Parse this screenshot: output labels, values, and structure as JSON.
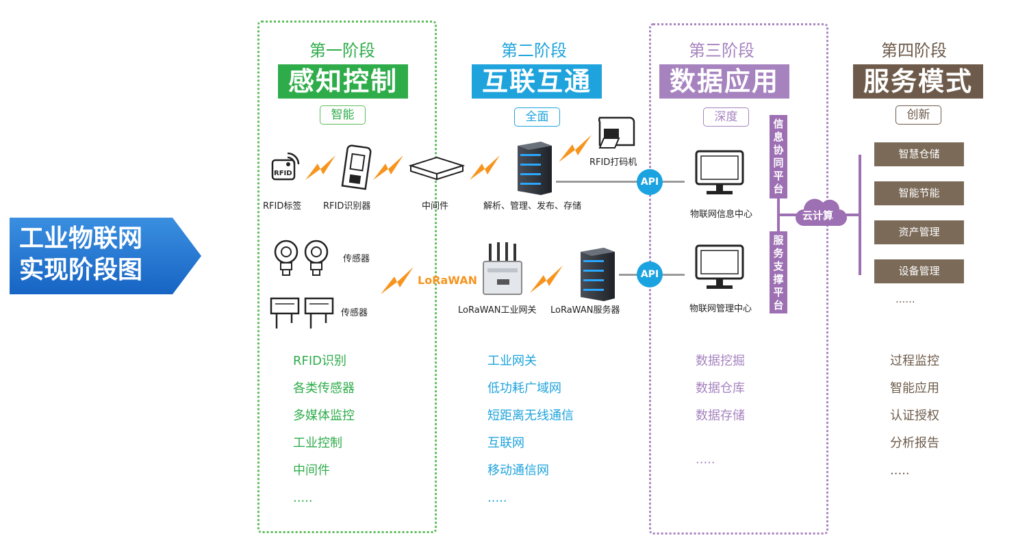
{
  "main_title": {
    "line1": "工业物联网",
    "line2": "实现阶段图"
  },
  "stages": [
    {
      "title": "第一阶段",
      "banner": "感知控制",
      "tag": "智能",
      "items": [
        "RFID识别",
        "各类传感器",
        "多媒体监控",
        "工业控制",
        "中间件",
        "....."
      ]
    },
    {
      "title": "第二阶段",
      "banner": "互联互通",
      "tag": "全面",
      "items": [
        "工业网关",
        "低功耗广域网",
        "短距离无线通信",
        "互联网",
        "移动通信网",
        "....."
      ]
    },
    {
      "title": "第三阶段",
      "banner": "数据应用",
      "tag": "深度",
      "items": [
        "数据挖掘",
        "数据仓库",
        "数据存储",
        "....."
      ]
    },
    {
      "title": "第四阶段",
      "banner": "服务模式",
      "tag": "创新",
      "items": [
        "过程监控",
        "智能应用",
        "认证授权",
        "分析报告",
        "....."
      ]
    }
  ],
  "devices": {
    "rfid_icon_text": "RFID",
    "rfid_tag": "RFID标签",
    "rfid_reader": "RFID识别器",
    "middleware": "中间件",
    "server_top": "解析、管理、发布、存储",
    "printer": "RFID打码机",
    "sensor1": "传感器",
    "sensor2": "传感器",
    "lorawan": "LoRaWAN",
    "lorawan_gateway": "LoRaWAN工业网关",
    "lorawan_server": "LoRaWAN服务器",
    "api_top": "API",
    "api_bottom": "API",
    "monitor_top": "物联网信息中心",
    "monitor_bottom": "物联网管理中心",
    "platform_top": "信息协同平台",
    "platform_bottom": "服务支撑平台",
    "cloud": "云计算"
  },
  "services": [
    "智慧仓储",
    "智能节能",
    "资产管理",
    "设备管理",
    "......"
  ],
  "colors": {
    "stage1": "#2eac4a",
    "stage2": "#1ea3dc",
    "stage3": "#a683bf",
    "stage4": "#6d5a4a",
    "lightning": "#f7941d",
    "platform": "#9d6fb3",
    "service": "#7b6a58"
  }
}
